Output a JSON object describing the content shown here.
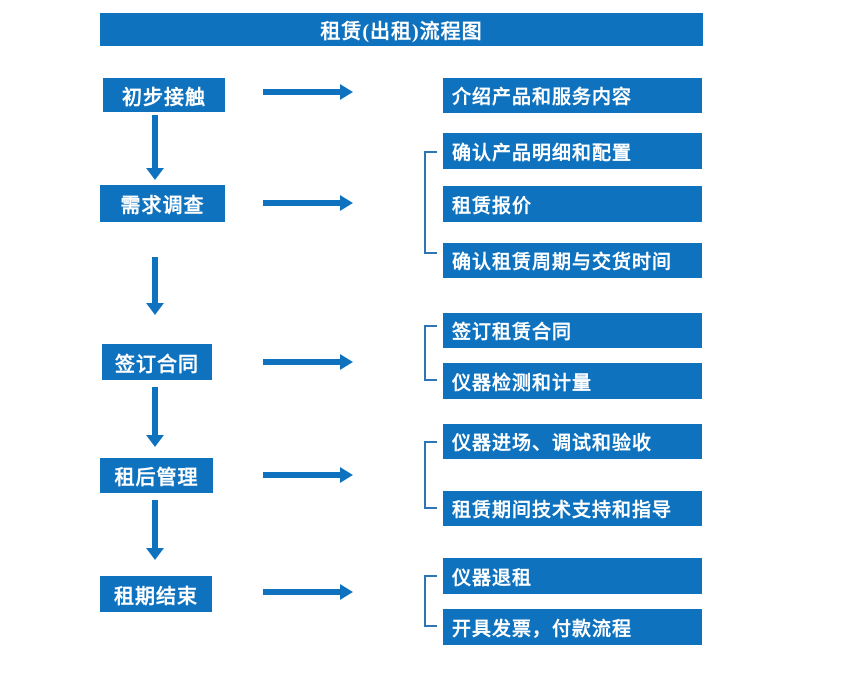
{
  "title": "租赁(出租)流程图",
  "colors": {
    "primary": "#0F72BE",
    "bracket": "#2E75B6",
    "text": "#FFFFFF",
    "background": "#FFFFFF"
  },
  "stages": [
    {
      "label": "初步接触",
      "outputs": [
        "介绍产品和服务内容"
      ]
    },
    {
      "label": "需求调查",
      "outputs": [
        "确认产品明细和配置",
        "租赁报价",
        "确认租赁周期与交货时间"
      ]
    },
    {
      "label": "签订合同",
      "outputs": [
        "签订租赁合同",
        "仪器检测和计量"
      ]
    },
    {
      "label": "租后管理",
      "outputs": [
        "仪器进场、调试和验收",
        "租赁期间技术支持和指导"
      ]
    },
    {
      "label": "租期结束",
      "outputs": [
        "仪器退租",
        "开具发票，付款流程"
      ]
    }
  ]
}
